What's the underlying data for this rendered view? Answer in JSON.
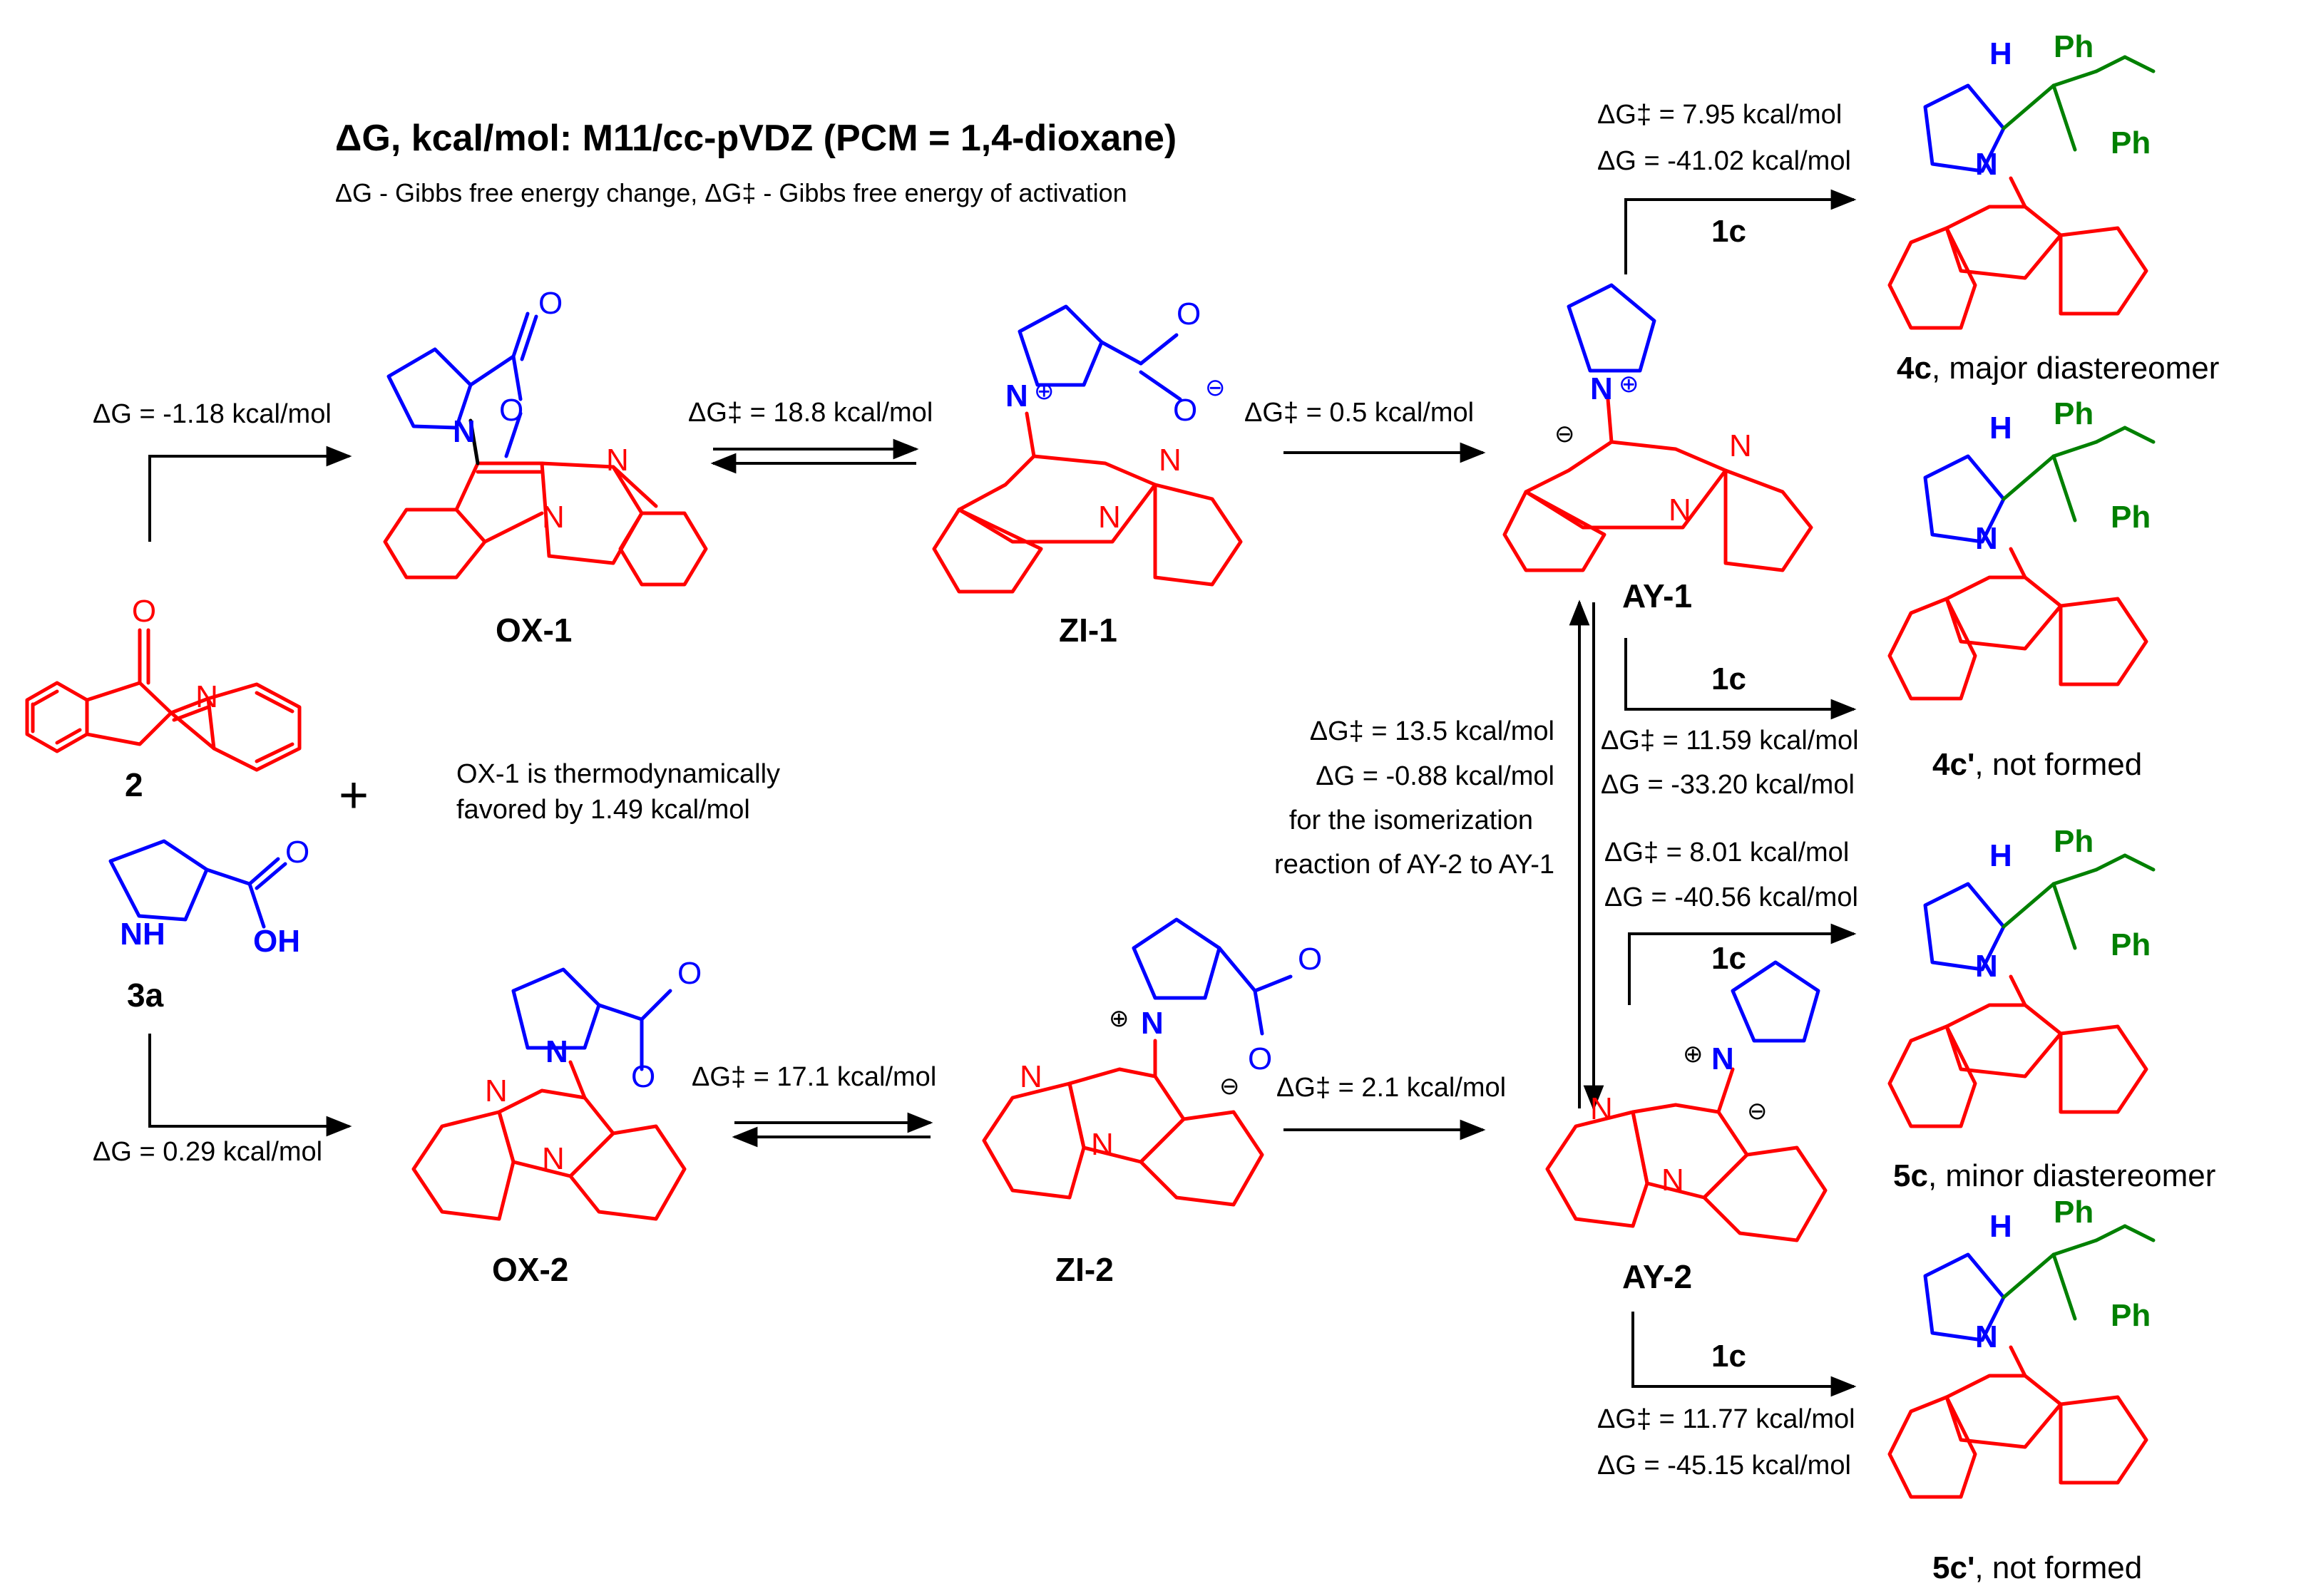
{
  "header": {
    "title": "ΔG, kcal/mol: M11/cc-pVDZ (PCM = 1,4-dioxane)",
    "subtitle": "ΔG - Gibbs free energy change, ΔG‡ - Gibbs free energy of activation"
  },
  "colors": {
    "core": "#ff0000",
    "proline": "#0000ff",
    "alkene": "#008000",
    "text": "#000000"
  },
  "compounds": {
    "c2": "2",
    "c3a": "3a",
    "ox1": "OX-1",
    "zi1": "ZI-1",
    "ay1": "AY-1",
    "ox2": "OX-2",
    "zi2": "ZI-2",
    "ay2": "AY-2"
  },
  "products": {
    "p4c": {
      "label": "4c",
      "note": ", major diastereomer"
    },
    "p4cp": {
      "label": "4c'",
      "note": ", not formed"
    },
    "p5c": {
      "label": "5c",
      "note": ", minor diastereomer"
    },
    "p5cp": {
      "label": "5c'",
      "note": ", not formed"
    }
  },
  "energies": {
    "to_ox1": "ΔG = -1.18 kcal/mol",
    "ox1_zi1": "ΔG‡ = 18.8 kcal/mol",
    "zi1_ay1": "ΔG‡ = 0.5 kcal/mol",
    "to_ox2": "ΔG = 0.29 kcal/mol",
    "ox2_zi2": "ΔG‡ = 17.1 kcal/mol",
    "zi2_ay2": "ΔG‡ = 2.1 kcal/mol",
    "p4c_act": "ΔG‡ = 7.95 kcal/mol",
    "p4c_dg": "ΔG = -41.02 kcal/mol",
    "p4cp_act": "ΔG‡ = 11.59 kcal/mol",
    "p4cp_dg": "ΔG = -33.20 kcal/mol",
    "p5c_act": "ΔG‡ = 8.01 kcal/mol",
    "p5c_dg": "ΔG = -40.56 kcal/mol",
    "p5cp_act": "ΔG‡ = 11.77 kcal/mol",
    "p5cp_dg": "ΔG = -45.15 kcal/mol"
  },
  "notes": {
    "thermo_1": "OX-1 is thermodynamically",
    "thermo_2": "favored by 1.49 kcal/mol",
    "iso_act": "ΔG‡ = 13.5 kcal/mol",
    "iso_dg": "ΔG = -0.88 kcal/mol",
    "iso_1": "for the isomerization",
    "iso_2": "reaction of AY-2 to AY-1"
  },
  "reagent": "1c",
  "plus": "+",
  "atoms": {
    "N": "N",
    "O": "O",
    "H": "H",
    "Ph": "Ph",
    "NH": "NH",
    "OH": "OH",
    "plus": "⊕",
    "minus": "⊖"
  }
}
